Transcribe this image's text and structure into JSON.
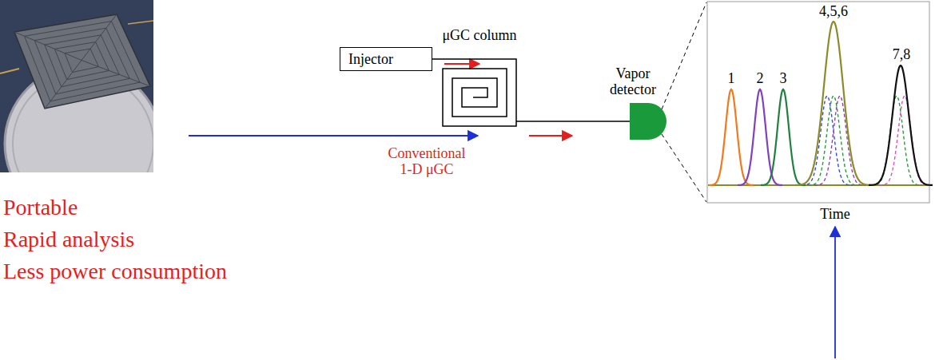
{
  "diagram": {
    "nodes": [
      {
        "text": [
          "Injector"
        ]
      },
      {
        "text": [
          "μGC column"
        ]
      },
      {
        "text": [
          "Vapor detector"
        ]
      }
    ],
    "edges": [
      {
        "from": 0,
        "to": 1,
        "arrow": "none"
      },
      {
        "from": 1,
        "to": 2,
        "arrow": "none"
      }
    ],
    "labels": [
      "Portable",
      "Rapid analysis",
      "Less power consumption",
      "Conventional 1-D μGC",
      "1",
      "2",
      "3",
      "4,5,6",
      "7,8",
      "Time"
    ]
  }
}
